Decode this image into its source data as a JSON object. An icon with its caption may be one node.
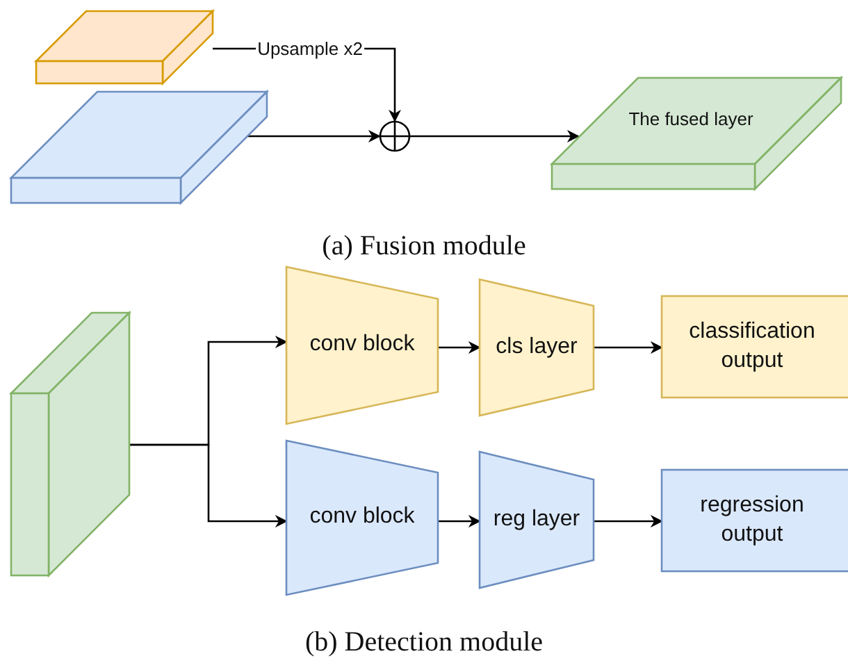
{
  "diagram": {
    "nodes": [
      {
        "text": [],
        "shape": "box"
      },
      {
        "text": [],
        "shape": "box"
      },
      {
        "text": [],
        "shape": "circle"
      },
      {
        "text": [
          "The fused layer"
        ]
      },
      {
        "text": [],
        "shape": "box"
      },
      {
        "text": [
          "conv block"
        ]
      },
      {
        "text": [
          "cls layer"
        ]
      },
      {
        "text": [
          "classification output"
        ]
      },
      {
        "text": [
          "conv block"
        ]
      },
      {
        "text": [
          "reg layer"
        ]
      },
      {
        "text": [
          "regression output"
        ]
      }
    ],
    "edges": [
      {
        "from": 0,
        "to": 2,
        "arrow": "to",
        "label": "Upsample x2"
      },
      {
        "from": 1,
        "to": 2,
        "arrow": "to"
      },
      {
        "from": 2,
        "to": 3,
        "arrow": "to"
      },
      {
        "from": 4,
        "to": 5,
        "arrow": "to"
      },
      {
        "from": 4,
        "to": 8,
        "arrow": "to"
      },
      {
        "from": 5,
        "to": 6,
        "arrow": "to"
      },
      {
        "from": 6,
        "to": 7,
        "arrow": "to"
      },
      {
        "from": 8,
        "to": 9,
        "arrow": "to"
      },
      {
        "from": 9,
        "to": 10,
        "arrow": "to"
      }
    ],
    "labels": [
      "(a) Fusion module",
      "(b) Detection module"
    ]
  }
}
